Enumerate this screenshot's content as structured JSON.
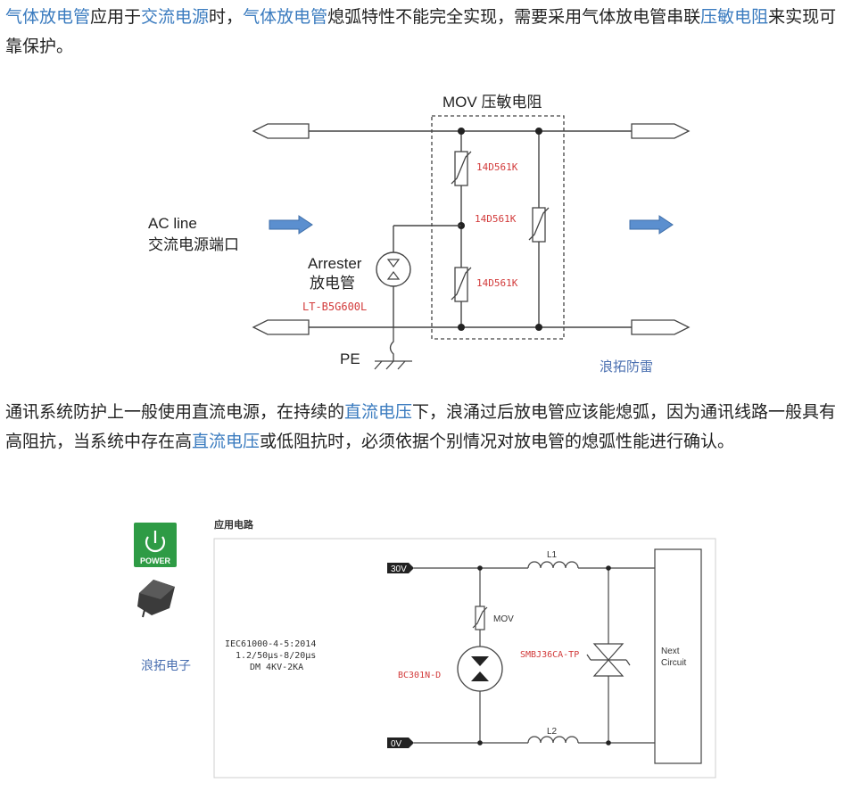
{
  "paragraph1": {
    "segments": [
      {
        "text": "气体放电管",
        "link": true
      },
      {
        "text": "应用于",
        "link": false
      },
      {
        "text": "交流电源",
        "link": true
      },
      {
        "text": "时，",
        "link": false
      },
      {
        "text": "气体放电管",
        "link": true
      },
      {
        "text": "熄弧特性不能完全实现，需要采用气体放电管串联",
        "link": false
      },
      {
        "text": "压敏电阻",
        "link": true
      },
      {
        "text": "来实现可靠保护。",
        "link": false
      }
    ]
  },
  "diagram1": {
    "mov_title": "MOV 压敏电阻",
    "mov_part1": "14D561K",
    "mov_part2": "14D561K",
    "mov_part3": "14D561K",
    "ac_line_en": "AC line",
    "ac_line_cn": "交流电源端口",
    "arrester_en": "Arrester",
    "arrester_cn": "放电管",
    "arrester_part": "LT-B5G600L",
    "pe_label": "PE",
    "watermark": "浪拓防雷"
  },
  "paragraph2": {
    "segments": [
      {
        "text": "通讯系统防护上一般使用直流电源，在持续的",
        "link": false
      },
      {
        "text": "直流电压",
        "link": true
      },
      {
        "text": "下，浪涌过后放电管应该能熄弧，因为通讯线路一般具有高阻抗，当系统中存在高",
        "link": false
      },
      {
        "text": "直流电压",
        "link": true
      },
      {
        "text": "或低阻抗时，必须依据个别情况对放电管的熄弧性能进行确认。",
        "link": false
      }
    ]
  },
  "diagram2": {
    "power_label": "POWER",
    "section_title": "应用电路",
    "std_line1": "IEC61000-4-5:2014",
    "std_line2": "1.2/50μs-8/20μs",
    "std_line3": "DM 4KV-2KA",
    "rail_top": "30V",
    "rail_bottom": "0V",
    "mov_label": "MOV",
    "gdt_label": "BC301N-D",
    "l1_label": "L1",
    "l2_label": "L2",
    "tvs_label": "SMBJ36CA-TP",
    "next_line1": "Next",
    "next_line2": "Circuit",
    "watermark": "浪拓电子"
  }
}
